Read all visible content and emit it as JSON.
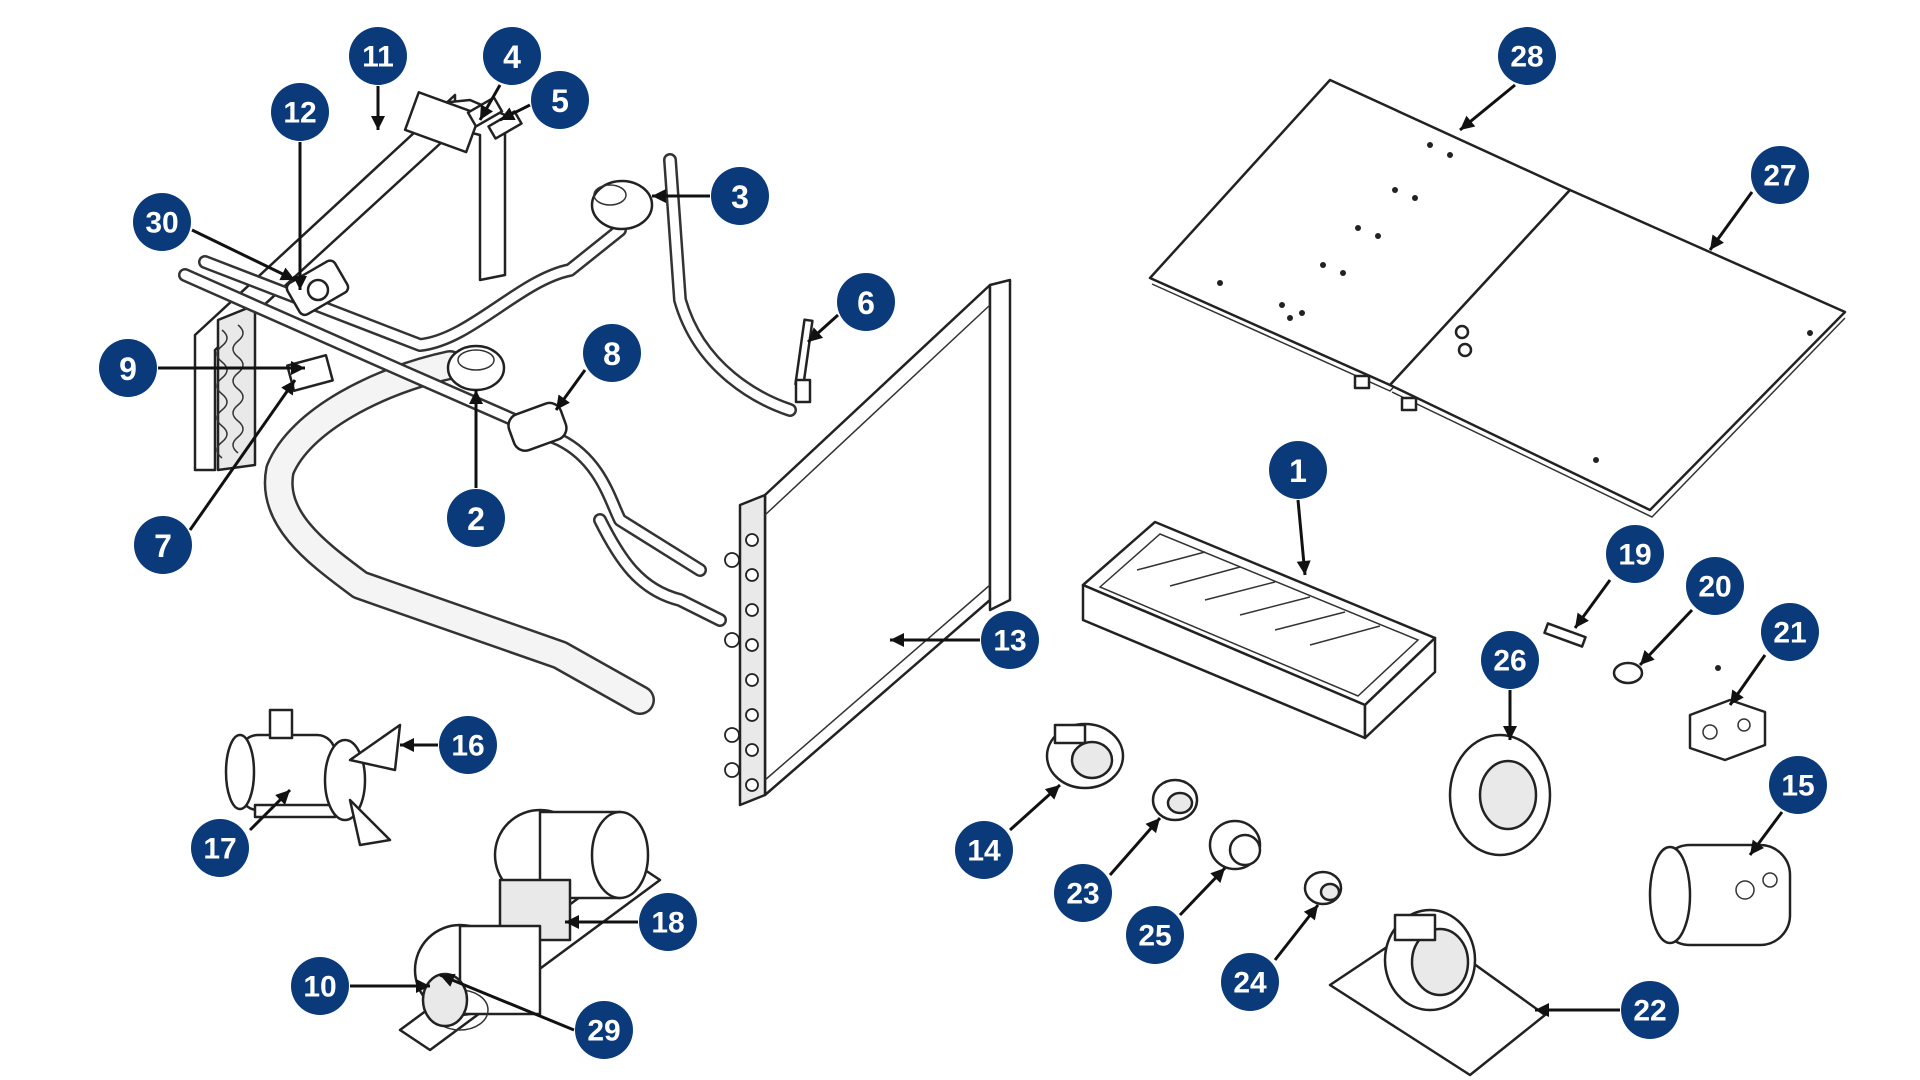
{
  "diagram": {
    "accent_color": "#0a3a7a",
    "callouts": [
      {
        "label": "1",
        "part": "air-filter"
      },
      {
        "label": "2",
        "part": "expansion-valve-lower"
      },
      {
        "label": "3",
        "part": "expansion-valve-upper"
      },
      {
        "label": "4",
        "part": "fitting-top-a"
      },
      {
        "label": "5",
        "part": "fitting-top-b"
      },
      {
        "label": "6",
        "part": "sensor-probe"
      },
      {
        "label": "7",
        "part": "block-fitting"
      },
      {
        "label": "8",
        "part": "solenoid-valve"
      },
      {
        "label": "9",
        "part": "hose-connector"
      },
      {
        "label": "10",
        "part": "blower-wheel"
      },
      {
        "label": "11",
        "part": "frame-rail"
      },
      {
        "label": "12",
        "part": "evaporator-bracket"
      },
      {
        "label": "13",
        "part": "condenser-coil"
      },
      {
        "label": "14",
        "part": "compressor-bracket"
      },
      {
        "label": "15",
        "part": "compressor"
      },
      {
        "label": "16",
        "part": "fan-blade"
      },
      {
        "label": "17",
        "part": "fan-motor"
      },
      {
        "label": "18",
        "part": "blower-housing"
      },
      {
        "label": "19",
        "part": "service-port"
      },
      {
        "label": "20",
        "part": "valve-cap"
      },
      {
        "label": "21",
        "part": "manifold-block"
      },
      {
        "label": "22",
        "part": "mounting-plate"
      },
      {
        "label": "23",
        "part": "pulley-small"
      },
      {
        "label": "24",
        "part": "clutch-hub"
      },
      {
        "label": "25",
        "part": "bearing"
      },
      {
        "label": "26",
        "part": "clutch-pulley"
      },
      {
        "label": "27",
        "part": "cover-panel-right"
      },
      {
        "label": "28",
        "part": "cover-panel-left"
      },
      {
        "label": "29",
        "part": "blower-motor"
      },
      {
        "label": "30",
        "part": "drier"
      }
    ]
  }
}
